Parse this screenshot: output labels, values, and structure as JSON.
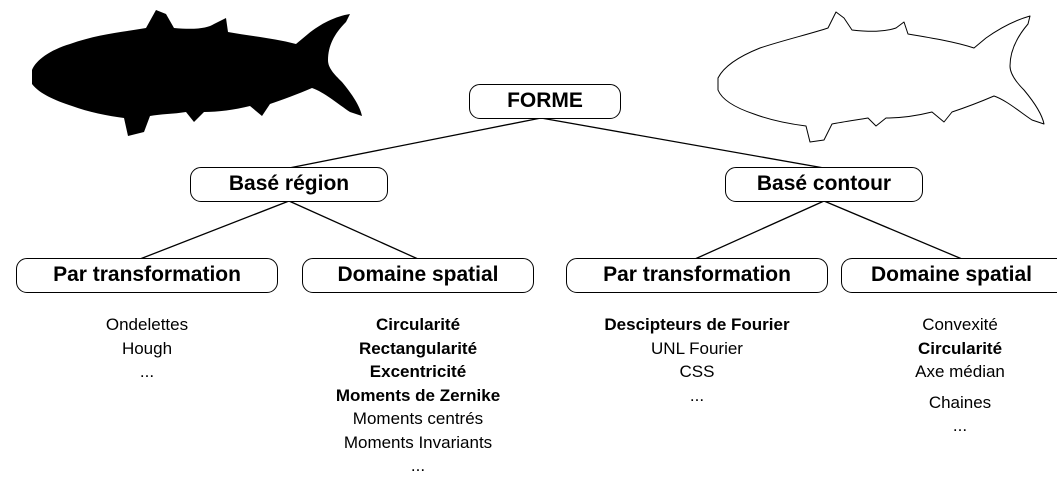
{
  "root": {
    "label": "FORME"
  },
  "branches": [
    {
      "label": "Basé région",
      "children": [
        {
          "label": "Par transformation",
          "items": [
            "Ondelettes",
            "Hough",
            "..."
          ],
          "bold": []
        },
        {
          "label": "Domaine spatial",
          "items": [
            "Circularité",
            "Rectangularité",
            "Excentricité",
            "Moments de Zernike",
            "Moments centrés",
            "Moments Invariants",
            "..."
          ],
          "bold": [
            0,
            1,
            2,
            3
          ]
        }
      ]
    },
    {
      "label": "Basé contour",
      "children": [
        {
          "label": "Par transformation",
          "items": [
            "Descipteurs de Fourier",
            "UNL Fourier",
            "CSS",
            "..."
          ],
          "bold": [
            0
          ]
        },
        {
          "label": "Domaine spatial",
          "items": [
            "Convexité",
            "Circularité",
            "Axe médian",
            "Chaines",
            "..."
          ],
          "bold": [
            1
          ]
        }
      ]
    }
  ],
  "images": [
    {
      "icon": "filled-fish-silhouette-icon",
      "color": "#000000"
    },
    {
      "icon": "fish-outline-contour-icon",
      "color": "#000000"
    }
  ]
}
